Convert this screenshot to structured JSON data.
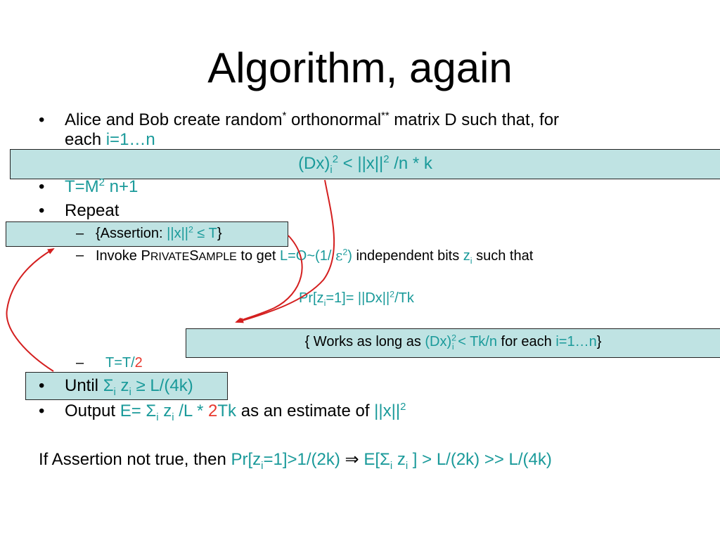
{
  "slide": {
    "title": "Algorithm, again",
    "bullet_glyph": "•",
    "dash_glyph": "–",
    "b1": {
      "t1": "Alice and Bob create random",
      "s1": "*",
      "t2": " orthonormal",
      "s2": "**",
      "t3": " matrix D such that, for",
      "t4": "each ",
      "t5": "i=1…n"
    },
    "box1": {
      "t1": "(Dx)",
      "sub": "i",
      "sup": "2",
      "t2": " < ||x||",
      "sup2": "2",
      "t3": " /n * k"
    },
    "b2": {
      "t1": "T=M",
      "sup": "2",
      "t2": " n+1"
    },
    "b3": {
      "t1": "Repeat"
    },
    "d1": {
      "t1": "{Assertion: ",
      "t2": "||x||",
      "sup": "2",
      "t3": " ≤ T",
      "t4": "}"
    },
    "d2": {
      "t1": "Invoke P",
      "sc1": "RIVATE",
      "t2": "S",
      "sc2": "AMPLE",
      "t3": " to get ",
      "t4": "L=O~(1/ ",
      "t5": "ε",
      "sup": "2",
      "t6": ")",
      "t7": " independent bits ",
      "t8": "z",
      "sub": "i",
      "t9": " such that"
    },
    "pr": {
      "t1": "Pr[z",
      "sub": "i",
      "t2": "=1]= ||Dx||",
      "sup": "2",
      "t3": "/Tk"
    },
    "box2": {
      "t1": "{ Works as long as ",
      "t2": "(Dx)",
      "sup": "2",
      "sub": "i",
      "t3": " < Tk/n",
      "t4": " for each ",
      "t5": "i=1…n",
      "t6": "}"
    },
    "d3": {
      "t1": "T=T/",
      "t2": "2"
    },
    "b4": {
      "t1": "Until ",
      "t2": "Σ",
      "sub1": "i",
      "t3": " z",
      "sub2": "i",
      "t4": " ≥ L/(4k)"
    },
    "b5": {
      "t1": "Output ",
      "t2": "E= Σ",
      "sub1": "i",
      "t3": " z",
      "sub2": "i",
      "t4": " /L * ",
      "t5": "2",
      "t6": "Tk",
      "t7": " as an estimate of ",
      "t8": "||x||",
      "sup": "2"
    },
    "footer": {
      "t1": "If Assertion not true, then ",
      "t2": "Pr[z",
      "sub1": "i",
      "t3": "=1]>1/(2k) ",
      "t4": "⇒",
      "t5": " E[Σ",
      "sub2": "i",
      "t6": " z",
      "sub3": "i",
      "t7": " ] > L/(2k) >> L/(4k)"
    }
  },
  "colors": {
    "accent": "#1a9a9a",
    "highlight": "#e8382e",
    "box_fill": "#bfe3e3",
    "arrow": "#d41f1f"
  }
}
